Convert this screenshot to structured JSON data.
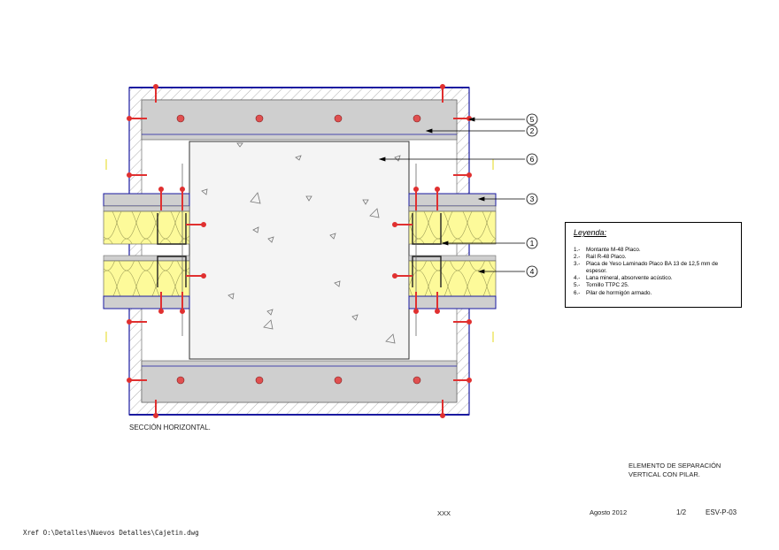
{
  "callouts": [
    "5",
    "2",
    "6",
    "3",
    "1",
    "4"
  ],
  "legend": {
    "title": "Leyenda:",
    "items": [
      {
        "num": "1.-",
        "label": "Montante M-48 Placo."
      },
      {
        "num": "2.-",
        "label": "Rail R-48 Placo."
      },
      {
        "num": "3.-",
        "label": "Placa de Yeso Laminado Placo BA 13 de 12,5 mm de espesor."
      },
      {
        "num": "4.-",
        "label": "Lana mineral, absorvente acústico."
      },
      {
        "num": "5.-",
        "label": "Tornillo TTPC 25."
      },
      {
        "num": "6.-",
        "label": "Pilar de hormigón armado."
      }
    ]
  },
  "section_label": "SECCIÓN HORIZONTAL.",
  "title_block": {
    "description_line1": "ELEMENTO DE SEPARACIÓN",
    "description_line2": "VERTICAL CON PILAR.",
    "author": "XXX",
    "date": "Agosto 2012",
    "sheet": "1/2",
    "code": "ESV-P-03"
  },
  "xref": "Xref O:\\Detalles\\Nuevos Detalles\\Cajetin.dwg",
  "colors": {
    "outline": "#1a1aa0",
    "board_fill": "#cfcfcf",
    "insulation_fill": "#fdfa9a",
    "screw": "#e03030",
    "concrete": "#f4f4f4"
  }
}
